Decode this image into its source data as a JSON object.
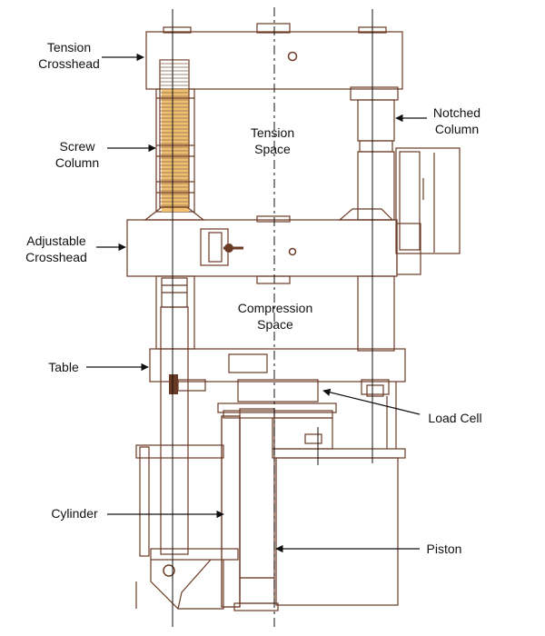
{
  "labels": {
    "tension_crosshead_1": "Tension",
    "tension_crosshead_2": "Crosshead",
    "screw_column_1": "Screw",
    "screw_column_2": "Column",
    "tension_space_1": "Tension",
    "tension_space_2": "Space",
    "notched_column_1": "Notched",
    "notched_column_2": "Column",
    "adjustable_crosshead_1": "Adjustable",
    "adjustable_crosshead_2": "Crosshead",
    "compression_space_1": "Compression",
    "compression_space_2": "Space",
    "table": "Table",
    "load_cell": "Load Cell",
    "cylinder": "Cylinder",
    "piston": "Piston"
  },
  "colors": {
    "crosshead": "#e8b987",
    "column_orange": "#e06a1a",
    "column_light": "#f0a040",
    "table": "#d4a63c",
    "load_cell": "#5a7a1e",
    "piston": "#7f9898",
    "outline": "#6b3a24"
  }
}
